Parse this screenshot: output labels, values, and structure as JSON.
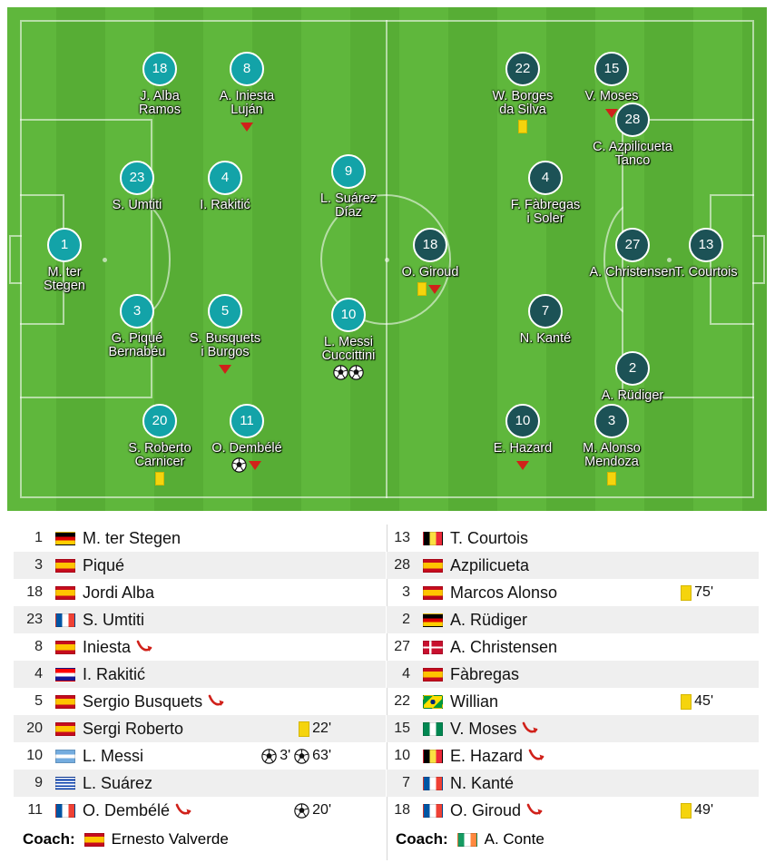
{
  "home_pitch": [
    {
      "num": "1",
      "line1": "M. ter",
      "line2": "Stegen",
      "marks": []
    },
    {
      "num": "18",
      "line1": "J. Alba",
      "line2": "Ramos",
      "marks": []
    },
    {
      "num": "8",
      "line1": "A. Iniesta",
      "line2": "Luján",
      "marks": [
        "sub"
      ]
    },
    {
      "num": "23",
      "line1": "S. Umtiti",
      "line2": "",
      "marks": []
    },
    {
      "num": "4",
      "line1": "I. Rakitić",
      "line2": "",
      "marks": []
    },
    {
      "num": "3",
      "line1": "G. Piqué",
      "line2": "Bernabéu",
      "marks": []
    },
    {
      "num": "5",
      "line1": "S. Busquets",
      "line2": "i Burgos",
      "marks": [
        "sub"
      ]
    },
    {
      "num": "20",
      "line1": "S. Roberto",
      "line2": "Carnicer",
      "marks": [
        "yellow"
      ]
    },
    {
      "num": "11",
      "line1": "O. Dembélé",
      "line2": "",
      "marks": [
        "goal",
        "sub"
      ]
    },
    {
      "num": "9",
      "line1": "L. Suárez",
      "line2": "Díaz",
      "marks": []
    },
    {
      "num": "10",
      "line1": "L. Messi",
      "line2": "Cuccittini",
      "marks": [
        "goal",
        "goal"
      ]
    }
  ],
  "away_pitch": [
    {
      "num": "18",
      "line1": "O. Giroud",
      "line2": "",
      "marks": [
        "yellow",
        "sub"
      ]
    },
    {
      "num": "22",
      "line1": "W. Borges",
      "line2": "da Silva",
      "marks": [
        "yellow"
      ]
    },
    {
      "num": "15",
      "line1": "V. Moses",
      "line2": "",
      "marks": [
        "sub"
      ]
    },
    {
      "num": "28",
      "line1": "C. Azpilicueta",
      "line2": "Tanco",
      "marks": []
    },
    {
      "num": "4",
      "line1": "F. Fàbregas",
      "line2": "i Soler",
      "marks": []
    },
    {
      "num": "27",
      "line1": "A. Christensen",
      "line2": "",
      "marks": []
    },
    {
      "num": "13",
      "line1": "T. Courtois",
      "line2": "",
      "marks": []
    },
    {
      "num": "7",
      "line1": "N. Kanté",
      "line2": "",
      "marks": []
    },
    {
      "num": "2",
      "line1": "A. Rüdiger",
      "line2": "",
      "marks": []
    },
    {
      "num": "10",
      "line1": "E. Hazard",
      "line2": "",
      "marks": [
        "sub"
      ]
    },
    {
      "num": "3",
      "line1": "M. Alonso",
      "line2": "Mendoza",
      "marks": [
        "yellow"
      ]
    }
  ],
  "home_list": [
    {
      "num": "1",
      "flag": "de",
      "name": "M. ter Stegen",
      "sub": false,
      "events": []
    },
    {
      "num": "3",
      "flag": "es",
      "name": "Piqué",
      "sub": false,
      "events": []
    },
    {
      "num": "18",
      "flag": "es",
      "name": "Jordi Alba",
      "sub": false,
      "events": []
    },
    {
      "num": "23",
      "flag": "fr",
      "name": "S. Umtiti",
      "sub": false,
      "events": []
    },
    {
      "num": "8",
      "flag": "es",
      "name": "Iniesta",
      "sub": true,
      "events": []
    },
    {
      "num": "4",
      "flag": "hr",
      "name": "I. Rakitić",
      "sub": false,
      "events": []
    },
    {
      "num": "5",
      "flag": "es",
      "name": "Sergio Busquets",
      "sub": true,
      "events": []
    },
    {
      "num": "20",
      "flag": "es",
      "name": "Sergi Roberto",
      "sub": false,
      "events": [
        {
          "type": "yellow",
          "min": "22'"
        }
      ]
    },
    {
      "num": "10",
      "flag": "ar",
      "name": "L. Messi",
      "sub": false,
      "events": [
        {
          "type": "goal",
          "min": "3'"
        },
        {
          "type": "goal",
          "min": "63'"
        }
      ]
    },
    {
      "num": "9",
      "flag": "uy",
      "name": "L. Suárez",
      "sub": false,
      "events": []
    },
    {
      "num": "11",
      "flag": "fr",
      "name": "O. Dembélé",
      "sub": true,
      "events": [
        {
          "type": "goal",
          "min": "20'"
        }
      ]
    }
  ],
  "away_list": [
    {
      "num": "13",
      "flag": "be",
      "name": "T. Courtois",
      "sub": false,
      "events": []
    },
    {
      "num": "28",
      "flag": "es",
      "name": "Azpilicueta",
      "sub": false,
      "events": []
    },
    {
      "num": "3",
      "flag": "es",
      "name": "Marcos Alonso",
      "sub": false,
      "events": [
        {
          "type": "yellow",
          "min": "75'"
        }
      ]
    },
    {
      "num": "2",
      "flag": "de",
      "name": "A. Rüdiger",
      "sub": false,
      "events": []
    },
    {
      "num": "27",
      "flag": "dk",
      "name": "A. Christensen",
      "sub": false,
      "events": []
    },
    {
      "num": "4",
      "flag": "es",
      "name": "Fàbregas",
      "sub": false,
      "events": []
    },
    {
      "num": "22",
      "flag": "br",
      "name": "Willian",
      "sub": false,
      "events": [
        {
          "type": "yellow",
          "min": "45'"
        }
      ]
    },
    {
      "num": "15",
      "flag": "ng",
      "name": "V. Moses",
      "sub": true,
      "events": []
    },
    {
      "num": "10",
      "flag": "be",
      "name": "E. Hazard",
      "sub": true,
      "events": []
    },
    {
      "num": "7",
      "flag": "fr",
      "name": "N. Kanté",
      "sub": false,
      "events": []
    },
    {
      "num": "18",
      "flag": "fr",
      "name": "O. Giroud",
      "sub": true,
      "events": [
        {
          "type": "yellow",
          "min": "49'"
        }
      ]
    }
  ],
  "coach_label": "Coach:",
  "home_coach": {
    "flag": "es",
    "name": "Ernesto Valverde"
  },
  "away_coach": {
    "flag": "ie",
    "name": "A. Conte"
  },
  "colors": {
    "home_disc": "#13a3a8",
    "away_disc": "#1c5256",
    "pitch_light": "#5fb73c",
    "pitch_dark": "#57ad35",
    "card": "#f5d40d",
    "sub_arrow": "#d0211a"
  }
}
